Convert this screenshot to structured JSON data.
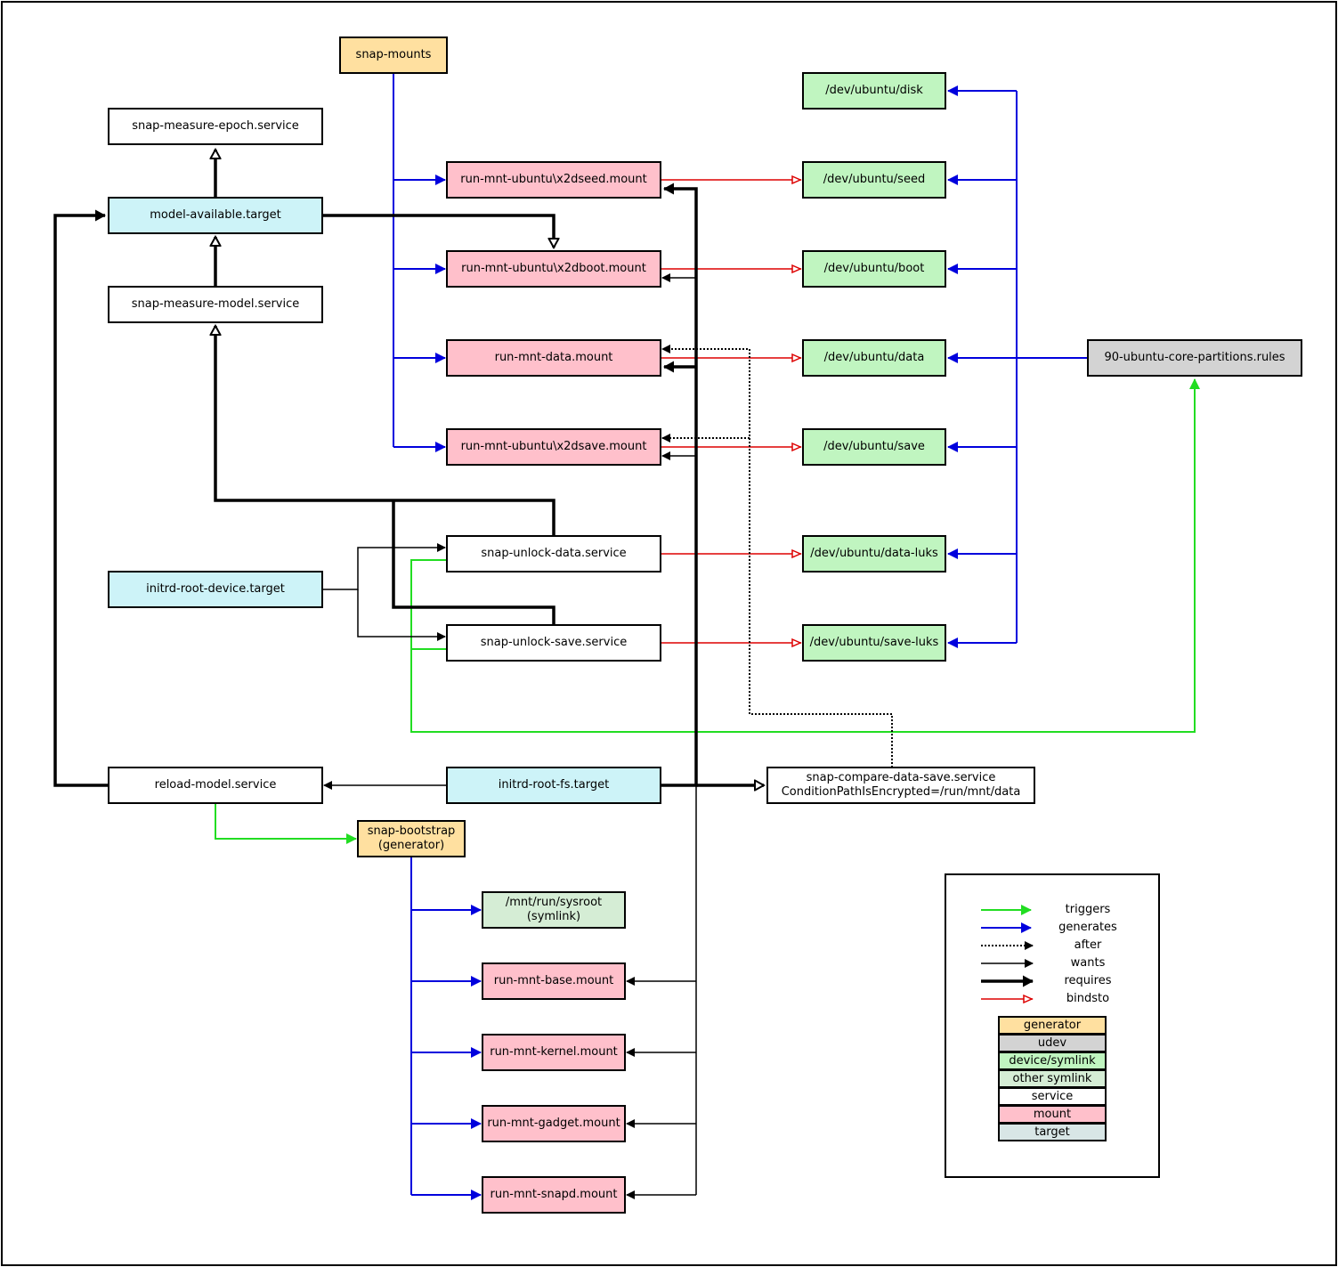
{
  "colors": {
    "generator": "#ffe0a0",
    "udev": "#d3d3d3",
    "device_symlink": "#c0f5c0",
    "other_symlink": "#d5edd5",
    "service": "#ffffff",
    "mount": "#ffc0cb",
    "target": "#cdf3f8",
    "triggers": "#22dd22",
    "generates": "#0000dd",
    "after": "#000000",
    "wants": "#000000",
    "requires": "#000000",
    "bindsto": "#dd0000"
  },
  "nodes": {
    "snap_mounts": "snap-mounts",
    "snap_measure_epoch": "snap-measure-epoch.service",
    "model_available": "model-available.target",
    "snap_measure_model": "snap-measure-model.service",
    "mnt_seed": "run-mnt-ubuntu\\x2dseed.mount",
    "mnt_boot": "run-mnt-ubuntu\\x2dboot.mount",
    "mnt_data": "run-mnt-data.mount",
    "mnt_save": "run-mnt-ubuntu\\x2dsave.mount",
    "dev_disk": "/dev/ubuntu/disk",
    "dev_seed": "/dev/ubuntu/seed",
    "dev_boot": "/dev/ubuntu/boot",
    "dev_data": "/dev/ubuntu/data",
    "dev_save": "/dev/ubuntu/save",
    "dev_data_luks": "/dev/ubuntu/data-luks",
    "dev_save_luks": "/dev/ubuntu/save-luks",
    "udev_rules": "90-ubuntu-core-partitions.rules",
    "unlock_data": "snap-unlock-data.service",
    "unlock_save": "snap-unlock-save.service",
    "initrd_root_device": "initrd-root-device.target",
    "reload_model": "reload-model.service",
    "initrd_root_fs": "initrd-root-fs.target",
    "compare_line1": "snap-compare-data-save.service",
    "compare_line2": "ConditionPathIsEncrypted=/run/mnt/data",
    "bootstrap_line1": "snap-bootstrap",
    "bootstrap_line2": "(generator)",
    "sysroot_line1": "/mnt/run/sysroot",
    "sysroot_line2": "(symlink)",
    "mnt_base": "run-mnt-base.mount",
    "mnt_kernel": "run-mnt-kernel.mount",
    "mnt_gadget": "run-mnt-gadget.mount",
    "mnt_snapd": "run-mnt-snapd.mount"
  },
  "legend": {
    "edges": [
      "triggers",
      "generates",
      "after",
      "wants",
      "requires",
      "bindsto"
    ],
    "kinds": [
      "generator",
      "udev",
      "device/symlink",
      "other symlink",
      "service",
      "mount",
      "target"
    ]
  }
}
